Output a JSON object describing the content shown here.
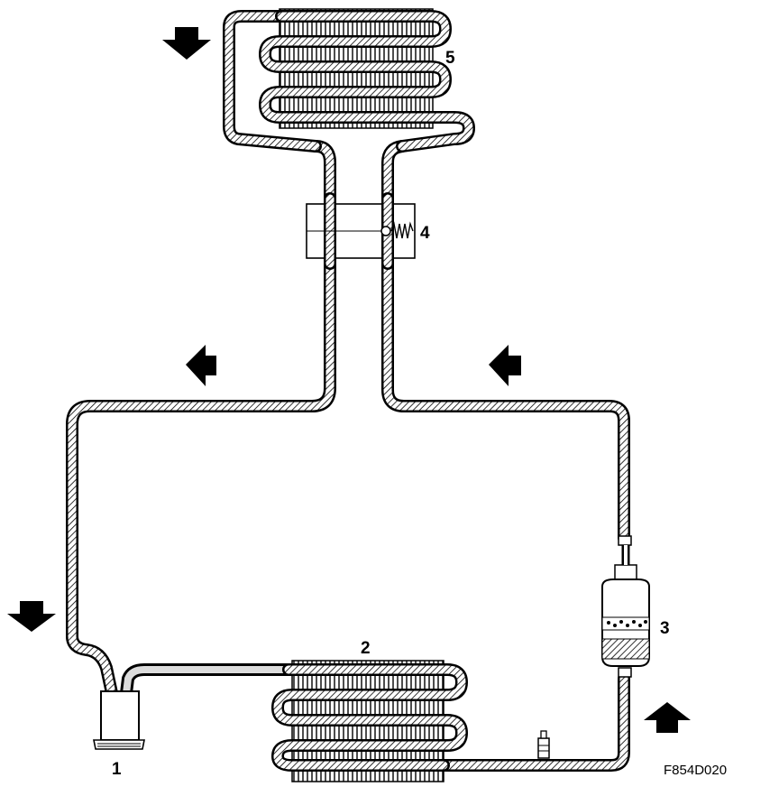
{
  "labels": {
    "compressor": "1",
    "condenser": "2",
    "receiver_drier": "3",
    "expansion_valve": "4",
    "evaporator": "5"
  },
  "figure_code": "F854D020",
  "arrows": {
    "top_left": "down",
    "left_mid": "left",
    "right_mid": "left",
    "bottom_left": "down",
    "bottom_right": "up"
  }
}
